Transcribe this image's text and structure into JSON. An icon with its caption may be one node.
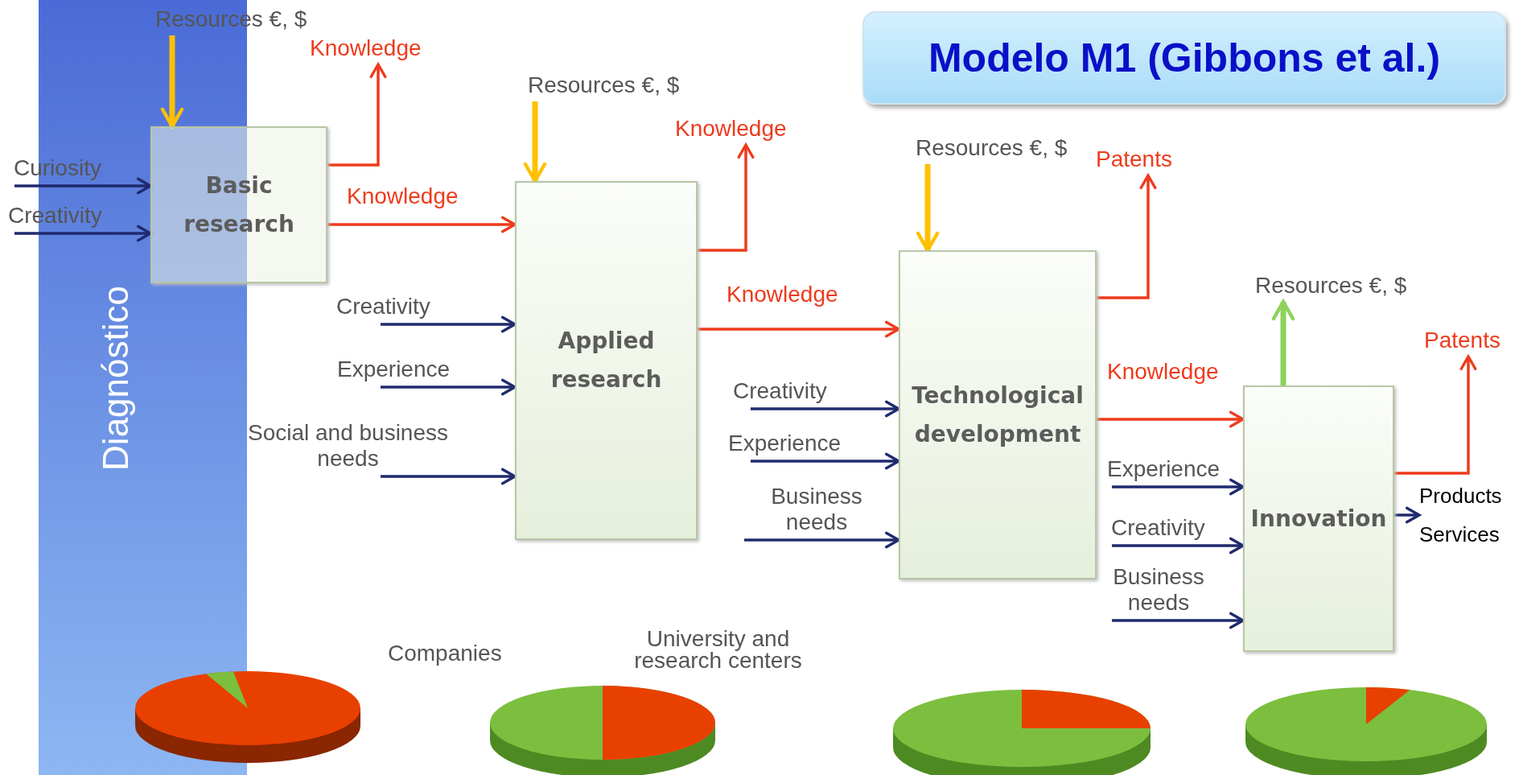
{
  "diagram": {
    "title": "Modelo M1 (Gibbons et al.)",
    "nodes": [
      {
        "text": [
          "Products",
          "Services"
        ]
      },
      {
        "text": [
          "Resources €, $"
        ]
      },
      {
        "text": [
          "Knowledge"
        ]
      },
      {
        "text": [
          "Curiosity"
        ]
      },
      {
        "text": [
          "Basic research"
        ]
      },
      {
        "text": [
          "Creativity"
        ]
      },
      {
        "text": [
          "Resources €, $"
        ]
      },
      {
        "text": [
          "Knowledge"
        ]
      },
      {
        "text": [
          "Creativity"
        ]
      },
      {
        "text": [
          "Experience"
        ]
      },
      {
        "text": [
          "Social and business needs"
        ]
      },
      {
        "text": [
          "Applied research"
        ]
      },
      {
        "text": [
          "Resources €, $"
        ]
      },
      {
        "text": [
          "Patents"
        ]
      },
      {
        "text": [
          "Creativity"
        ]
      },
      {
        "text": [
          "Experience"
        ]
      },
      {
        "text": [
          "Business needs"
        ]
      },
      {
        "text": [
          "Technological development"
        ]
      },
      {
        "text": [
          "Resources €, $"
        ]
      },
      {
        "text": [
          "Patents"
        ]
      },
      {
        "text": [
          "Experience"
        ]
      },
      {
        "text": [
          "Creativity"
        ]
      },
      {
        "text": [
          "Business needs"
        ]
      },
      {
        "text": [
          "Innovation"
        ]
      }
    ],
    "edges": [
      {
        "from": 1,
        "to": 4,
        "arrow": "to",
        "style": "thick",
        "color": "#ffc000"
      },
      {
        "from": 4,
        "to": 2,
        "arrow": "to",
        "color": "#ee3b1c"
      },
      {
        "from": 3,
        "to": 4,
        "arrow": "to"
      },
      {
        "from": 5,
        "to": 4,
        "arrow": "to"
      },
      {
        "from": 4,
        "to": 11,
        "arrow": "to",
        "label": "Knowledge",
        "color": "#ee3b1c"
      },
      {
        "from": 6,
        "to": 11,
        "arrow": "to",
        "style": "thick",
        "color": "#ffc000"
      },
      {
        "from": 11,
        "to": 7,
        "arrow": "to",
        "color": "#ee3b1c"
      },
      {
        "from": 8,
        "to": 11,
        "arrow": "to"
      },
      {
        "from": 9,
        "to": 11,
        "arrow": "to"
      },
      {
        "from": 10,
        "to": 11,
        "arrow": "to"
      },
      {
        "from": 11,
        "to": 17,
        "arrow": "to",
        "label": "Knowledge",
        "color": "#ee3b1c"
      },
      {
        "from": 12,
        "to": 17,
        "arrow": "to",
        "style": "thick",
        "color": "#ffc000"
      },
      {
        "from": 17,
        "to": 13,
        "arrow": "to",
        "color": "#ee3b1c"
      },
      {
        "from": 14,
        "to": 17,
        "arrow": "to"
      },
      {
        "from": 15,
        "to": 17,
        "arrow": "to"
      },
      {
        "from": 16,
        "to": 17,
        "arrow": "to"
      },
      {
        "from": 17,
        "to": 23,
        "arrow": "to",
        "label": "Knowledge",
        "color": "#ee3b1c"
      },
      {
        "from": 23,
        "to": 18,
        "arrow": "to",
        "style": "thick",
        "color": "#8cd35a"
      },
      {
        "from": 23,
        "to": 19,
        "arrow": "to",
        "color": "#ee3b1c"
      },
      {
        "from": 20,
        "to": 23,
        "arrow": "to"
      },
      {
        "from": 21,
        "to": 23,
        "arrow": "to"
      },
      {
        "from": 22,
        "to": 23,
        "arrow": "to"
      },
      {
        "from": 23,
        "to": 0,
        "arrow": "to"
      }
    ],
    "labels": [
      "Diagnóstico",
      "Companies",
      "University and research centers"
    ]
  }
}
